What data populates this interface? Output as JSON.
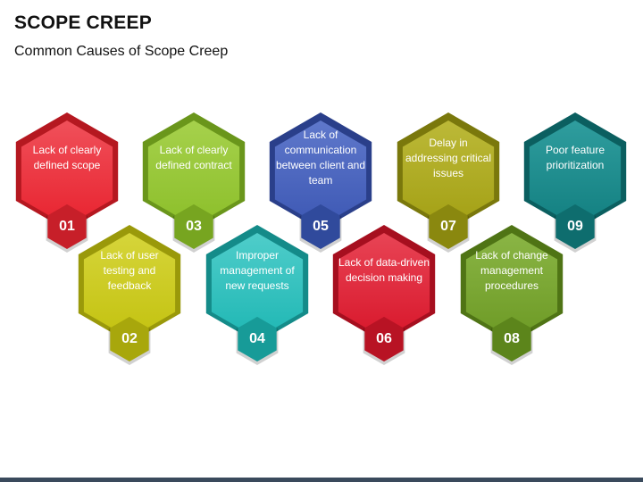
{
  "title": "SCOPE CREEP",
  "subtitle": "Common Causes of Scope Creep",
  "items": [
    {
      "num": "01",
      "label": "Lack of clearly defined scope",
      "color": "#e8232f",
      "light": "#f0505a",
      "dark": "#b51820",
      "badge": "#c71f29"
    },
    {
      "num": "02",
      "label": "Lack of user testing and feedback",
      "color": "#c3c210",
      "light": "#d6d53a",
      "dark": "#9a990a",
      "badge": "#a8a70c"
    },
    {
      "num": "03",
      "label": "Lack of clearly defined contract",
      "color": "#8cbf2a",
      "light": "#a6d14c",
      "dark": "#6a961b",
      "badge": "#77a520"
    },
    {
      "num": "04",
      "label": "Improper management of new requests",
      "color": "#1fb7b4",
      "light": "#4fcdca",
      "dark": "#148b89",
      "badge": "#179b98"
    },
    {
      "num": "05",
      "label": "Lack of communication between client and team",
      "color": "#3d58b4",
      "light": "#5f78cb",
      "dark": "#2a3f8a",
      "badge": "#304a9c"
    },
    {
      "num": "06",
      "label": "Lack of data-driven decision making",
      "color": "#d8172b",
      "light": "#e84455",
      "dark": "#a60f1f",
      "badge": "#b81324"
    },
    {
      "num": "07",
      "label": "Delay in addressing critical issues",
      "color": "#a3a014",
      "light": "#bcb938",
      "dark": "#7a780c",
      "badge": "#8a880f"
    },
    {
      "num": "08",
      "label": "Lack of change management procedures",
      "color": "#6d9a25",
      "light": "#8ab545",
      "dark": "#4f7415",
      "badge": "#5c851b"
    },
    {
      "num": "09",
      "label": "Poor feature prioritization",
      "color": "#127f80",
      "light": "#2f9d9e",
      "dark": "#0b5f60",
      "badge": "#0e6d6e"
    }
  ],
  "footer_color": "#3a4a5c"
}
